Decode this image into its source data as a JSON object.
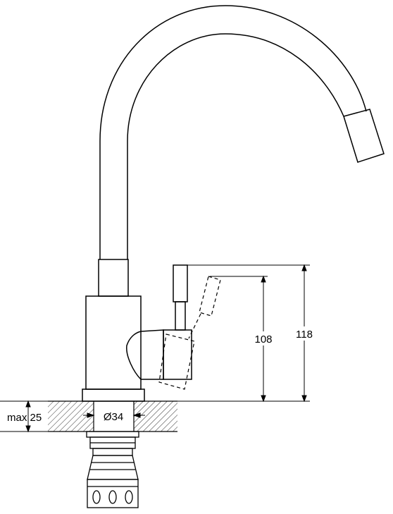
{
  "dimensions": {
    "max_thickness": "max 25",
    "hole_diameter": "Ø34",
    "handle_height_short": "108",
    "handle_height_tall": "118"
  },
  "colors": {
    "line": "#000000",
    "background": "#ffffff"
  }
}
